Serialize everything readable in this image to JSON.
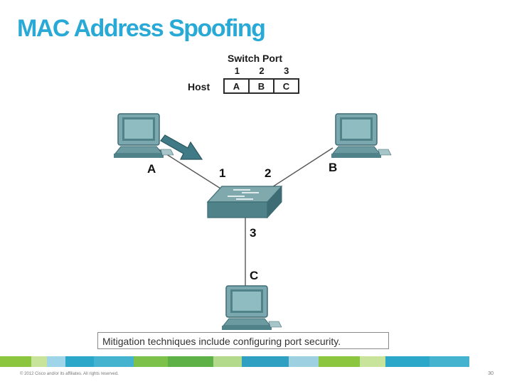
{
  "slide": {
    "title": "MAC Address Spoofing",
    "caption": "Mitigation techniques include configuring port security.",
    "copyright": "© 2012 Cisco and/or its affiliates. All rights reserved.",
    "page_number": "30"
  },
  "port_table": {
    "header": "Switch Port",
    "ports": [
      "1",
      "2",
      "3"
    ],
    "row_label": "Host",
    "hosts": [
      "A",
      "B",
      "C"
    ]
  },
  "diagram": {
    "host_labels": {
      "a": "A",
      "b": "B",
      "c": "C"
    },
    "port_labels": {
      "p1": "1",
      "p2": "2",
      "p3": "3"
    },
    "icons": [
      "computer-icon",
      "switch-icon",
      "arrow-icon"
    ],
    "colors": {
      "title": "#29a9d6",
      "device": "#5d8f97",
      "arrow": "#3f7a86",
      "footer": [
        "#8cc63f",
        "#c8e49b",
        "#9fd5e8",
        "#2aa7c9",
        "#44b3cf",
        "#7cc24a",
        "#5db146",
        "#b3d98a",
        "#2f9fc2",
        "#9dd0e0",
        "#8cc63f",
        "#c8e49b",
        "#2aa7c9",
        "#44b3cf"
      ]
    }
  }
}
